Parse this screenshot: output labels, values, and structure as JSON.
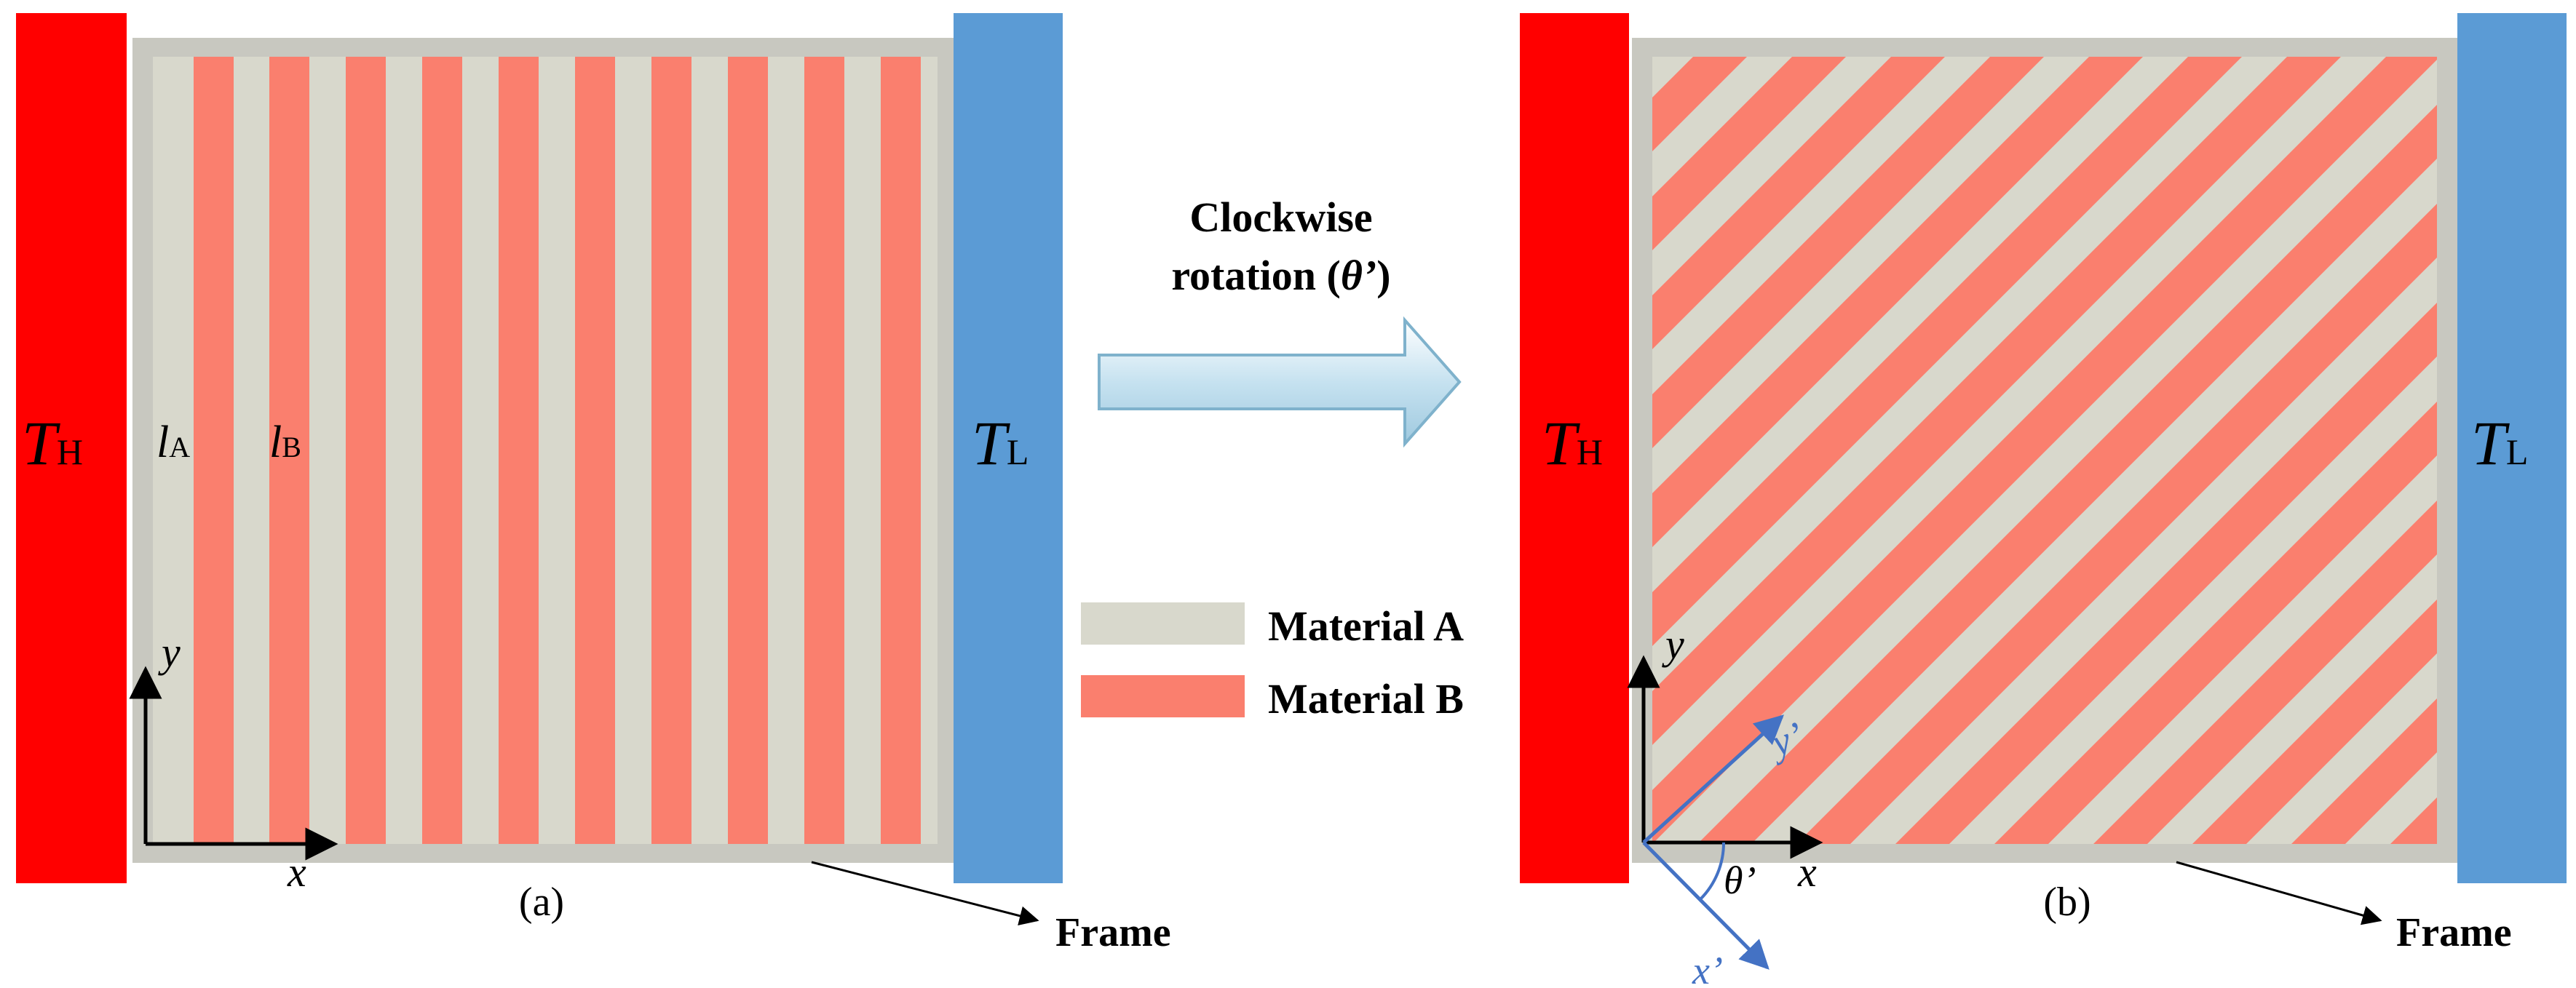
{
  "colors": {
    "hot_bar": "#ff0000",
    "cold_bar": "#5b9bd5",
    "material_a": "#d8d8cc",
    "material_b": "#fa7f6e",
    "frame": "#c8c8c0",
    "local_axes": "#4472c4",
    "arrow_fill": "#c6e2f0"
  },
  "panel_a": {
    "hot_symbol": "T",
    "hot_subscript": "H",
    "cold_symbol": "T",
    "cold_subscript": "L",
    "layer_a_symbol": "l",
    "layer_a_subscript": "A",
    "layer_b_symbol": "l",
    "layer_b_subscript": "B",
    "axis_x": "x",
    "axis_y": "y",
    "caption": "(a)",
    "frame_label": "Frame"
  },
  "panel_b": {
    "hot_symbol": "T",
    "hot_subscript": "H",
    "cold_symbol": "T",
    "cold_subscript": "L",
    "axis_x": "x",
    "axis_y": "y",
    "axis_x_rot": "x’",
    "axis_y_rot": "y’",
    "angle_label": "θ’",
    "caption": "(b)",
    "frame_label": "Frame"
  },
  "middle": {
    "arrow_line1": "Clockwise",
    "arrow_line2_prefix": "rotation (",
    "arrow_line2_symbol": "θ’",
    "arrow_line2_suffix": ")"
  },
  "legend": [
    {
      "label": "Material A",
      "color": "#d8d8cc"
    },
    {
      "label": "Material B",
      "color": "#fa7f6e"
    }
  ]
}
